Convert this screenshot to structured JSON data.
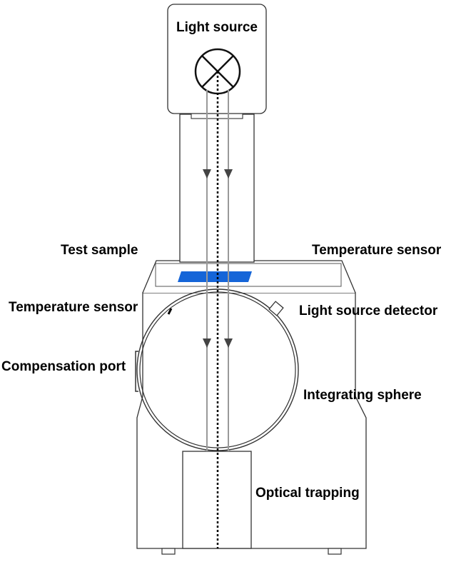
{
  "labels": {
    "light_source": "Light source",
    "test_sample": "Test sample",
    "temperature_sensor_top": "Temperature sensor",
    "temperature_sensor_left": "Temperature sensor",
    "light_source_detector": "Light source detector",
    "compensation_port": "Compensation port",
    "integrating_sphere": "Integrating sphere",
    "optical_trapping": "Optical trapping"
  },
  "colors": {
    "outline": "#333333",
    "sample": "#1565d8",
    "beam": "#999999",
    "arrow": "#444444"
  }
}
